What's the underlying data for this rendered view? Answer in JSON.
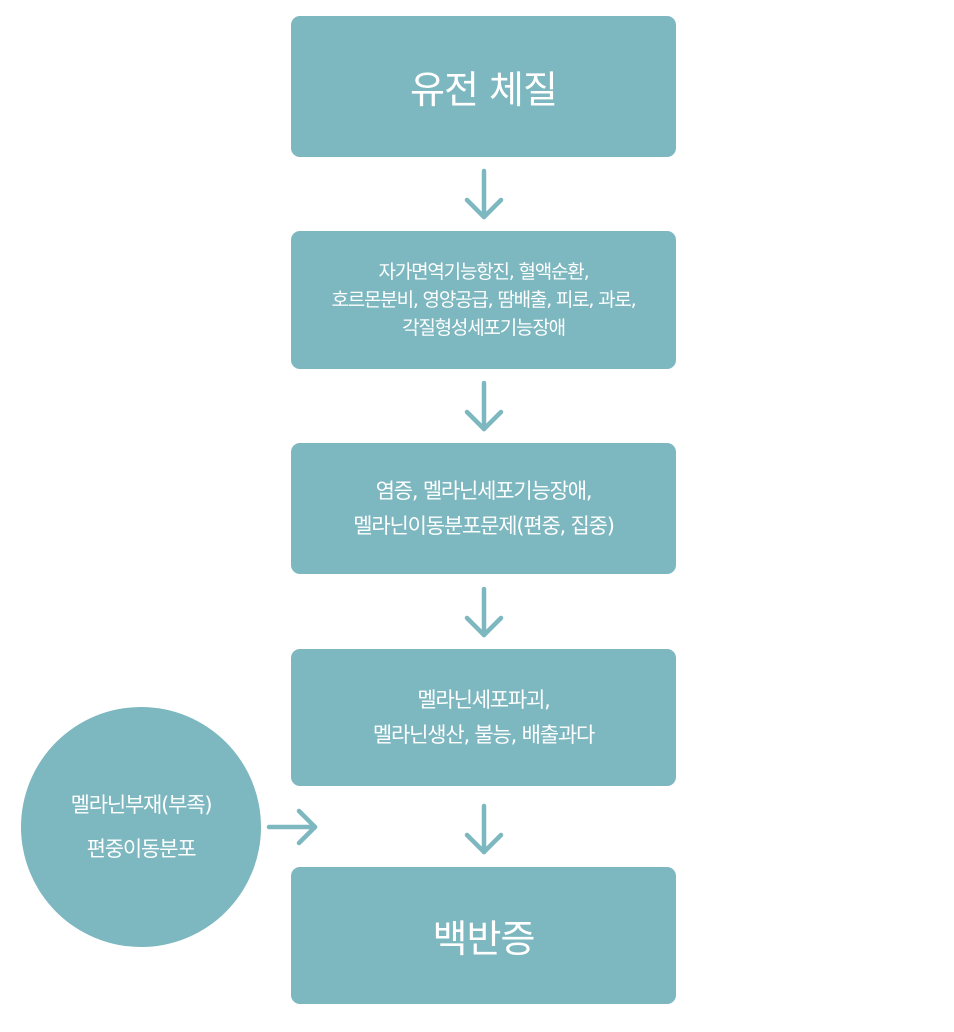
{
  "theme": {
    "fill": "#7db7bf",
    "text": "#ffffff"
  },
  "flow": {
    "step1": {
      "lines": [
        "유전 체질"
      ]
    },
    "step2": {
      "lines": [
        "자가면역기능항진, 혈액순환,",
        "호르몬분비, 영양공급, 땀배출, 피로, 과로,",
        "각질형성세포기능장애"
      ]
    },
    "step3": {
      "lines": [
        "염증, 멜라닌세포기능장애,",
        "멜라닌이동분포문제(편중, 집중)"
      ]
    },
    "step4": {
      "lines": [
        "멜라닌세포파괴,",
        "멜라닌생산, 불능, 배출과다"
      ]
    },
    "step5": {
      "lines": [
        "백반증"
      ]
    }
  },
  "side_cause": {
    "lines": [
      "멜라닌부재(부족)",
      "편중이동분포"
    ]
  },
  "arrows": [
    {
      "from": "step1",
      "to": "step2",
      "icon": "arrow-down-icon"
    },
    {
      "from": "step2",
      "to": "step3",
      "icon": "arrow-down-icon"
    },
    {
      "from": "step3",
      "to": "step4",
      "icon": "arrow-down-icon"
    },
    {
      "from": "step4",
      "to": "step5",
      "icon": "arrow-down-icon"
    },
    {
      "from": "side_cause",
      "to": "flow",
      "icon": "arrow-right-icon"
    }
  ]
}
